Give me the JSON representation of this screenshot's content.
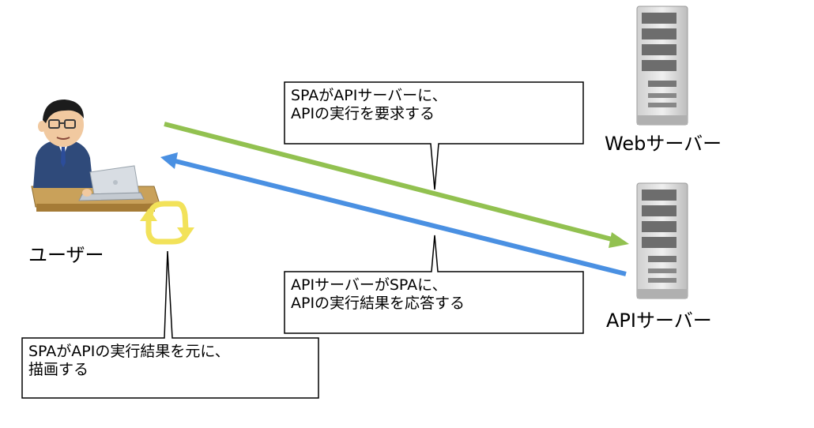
{
  "nodes": {
    "user": {
      "label": "ユーザー"
    },
    "web_server": {
      "label": "Webサーバー"
    },
    "api_server": {
      "label": "APIサーバー"
    }
  },
  "callouts": {
    "request": "SPAがAPIサーバーに、\nAPIの実行を要求する",
    "response": "APIサーバーがSPAに、\nAPIの実行結果を応答する",
    "render": "SPAがAPIの実行結果を元に、\n描画する"
  },
  "colors": {
    "request_arrow": "#92c150",
    "response_arrow": "#4a90e2",
    "refresh_icon": "#f2e25a"
  }
}
